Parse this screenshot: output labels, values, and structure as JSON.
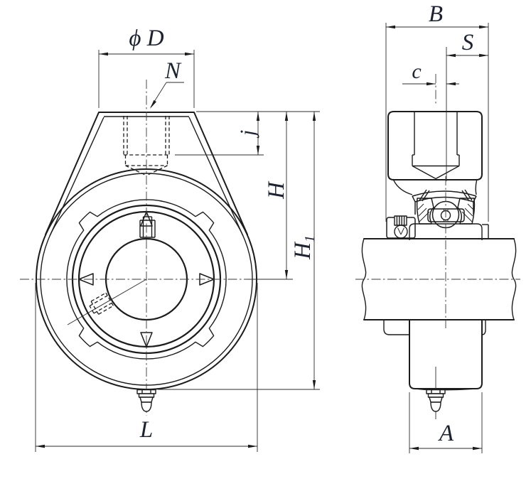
{
  "drawing_type": "bearing-unit-technical-drawing",
  "front_view": {
    "dim_phi_d": "ϕ D",
    "label_n": "N",
    "dim_j": "j",
    "dim_h": "H",
    "dim_h1_main": "H",
    "dim_h1_sub": "1",
    "dim_l": "L"
  },
  "side_view": {
    "dim_b": "B",
    "dim_s": "S",
    "dim_c": "c",
    "dim_a": "A"
  },
  "colors": {
    "line": "#1c1c1c",
    "dim_line": "#2b2b2b",
    "label_text": "#1c2230",
    "background": "#ffffff"
  }
}
